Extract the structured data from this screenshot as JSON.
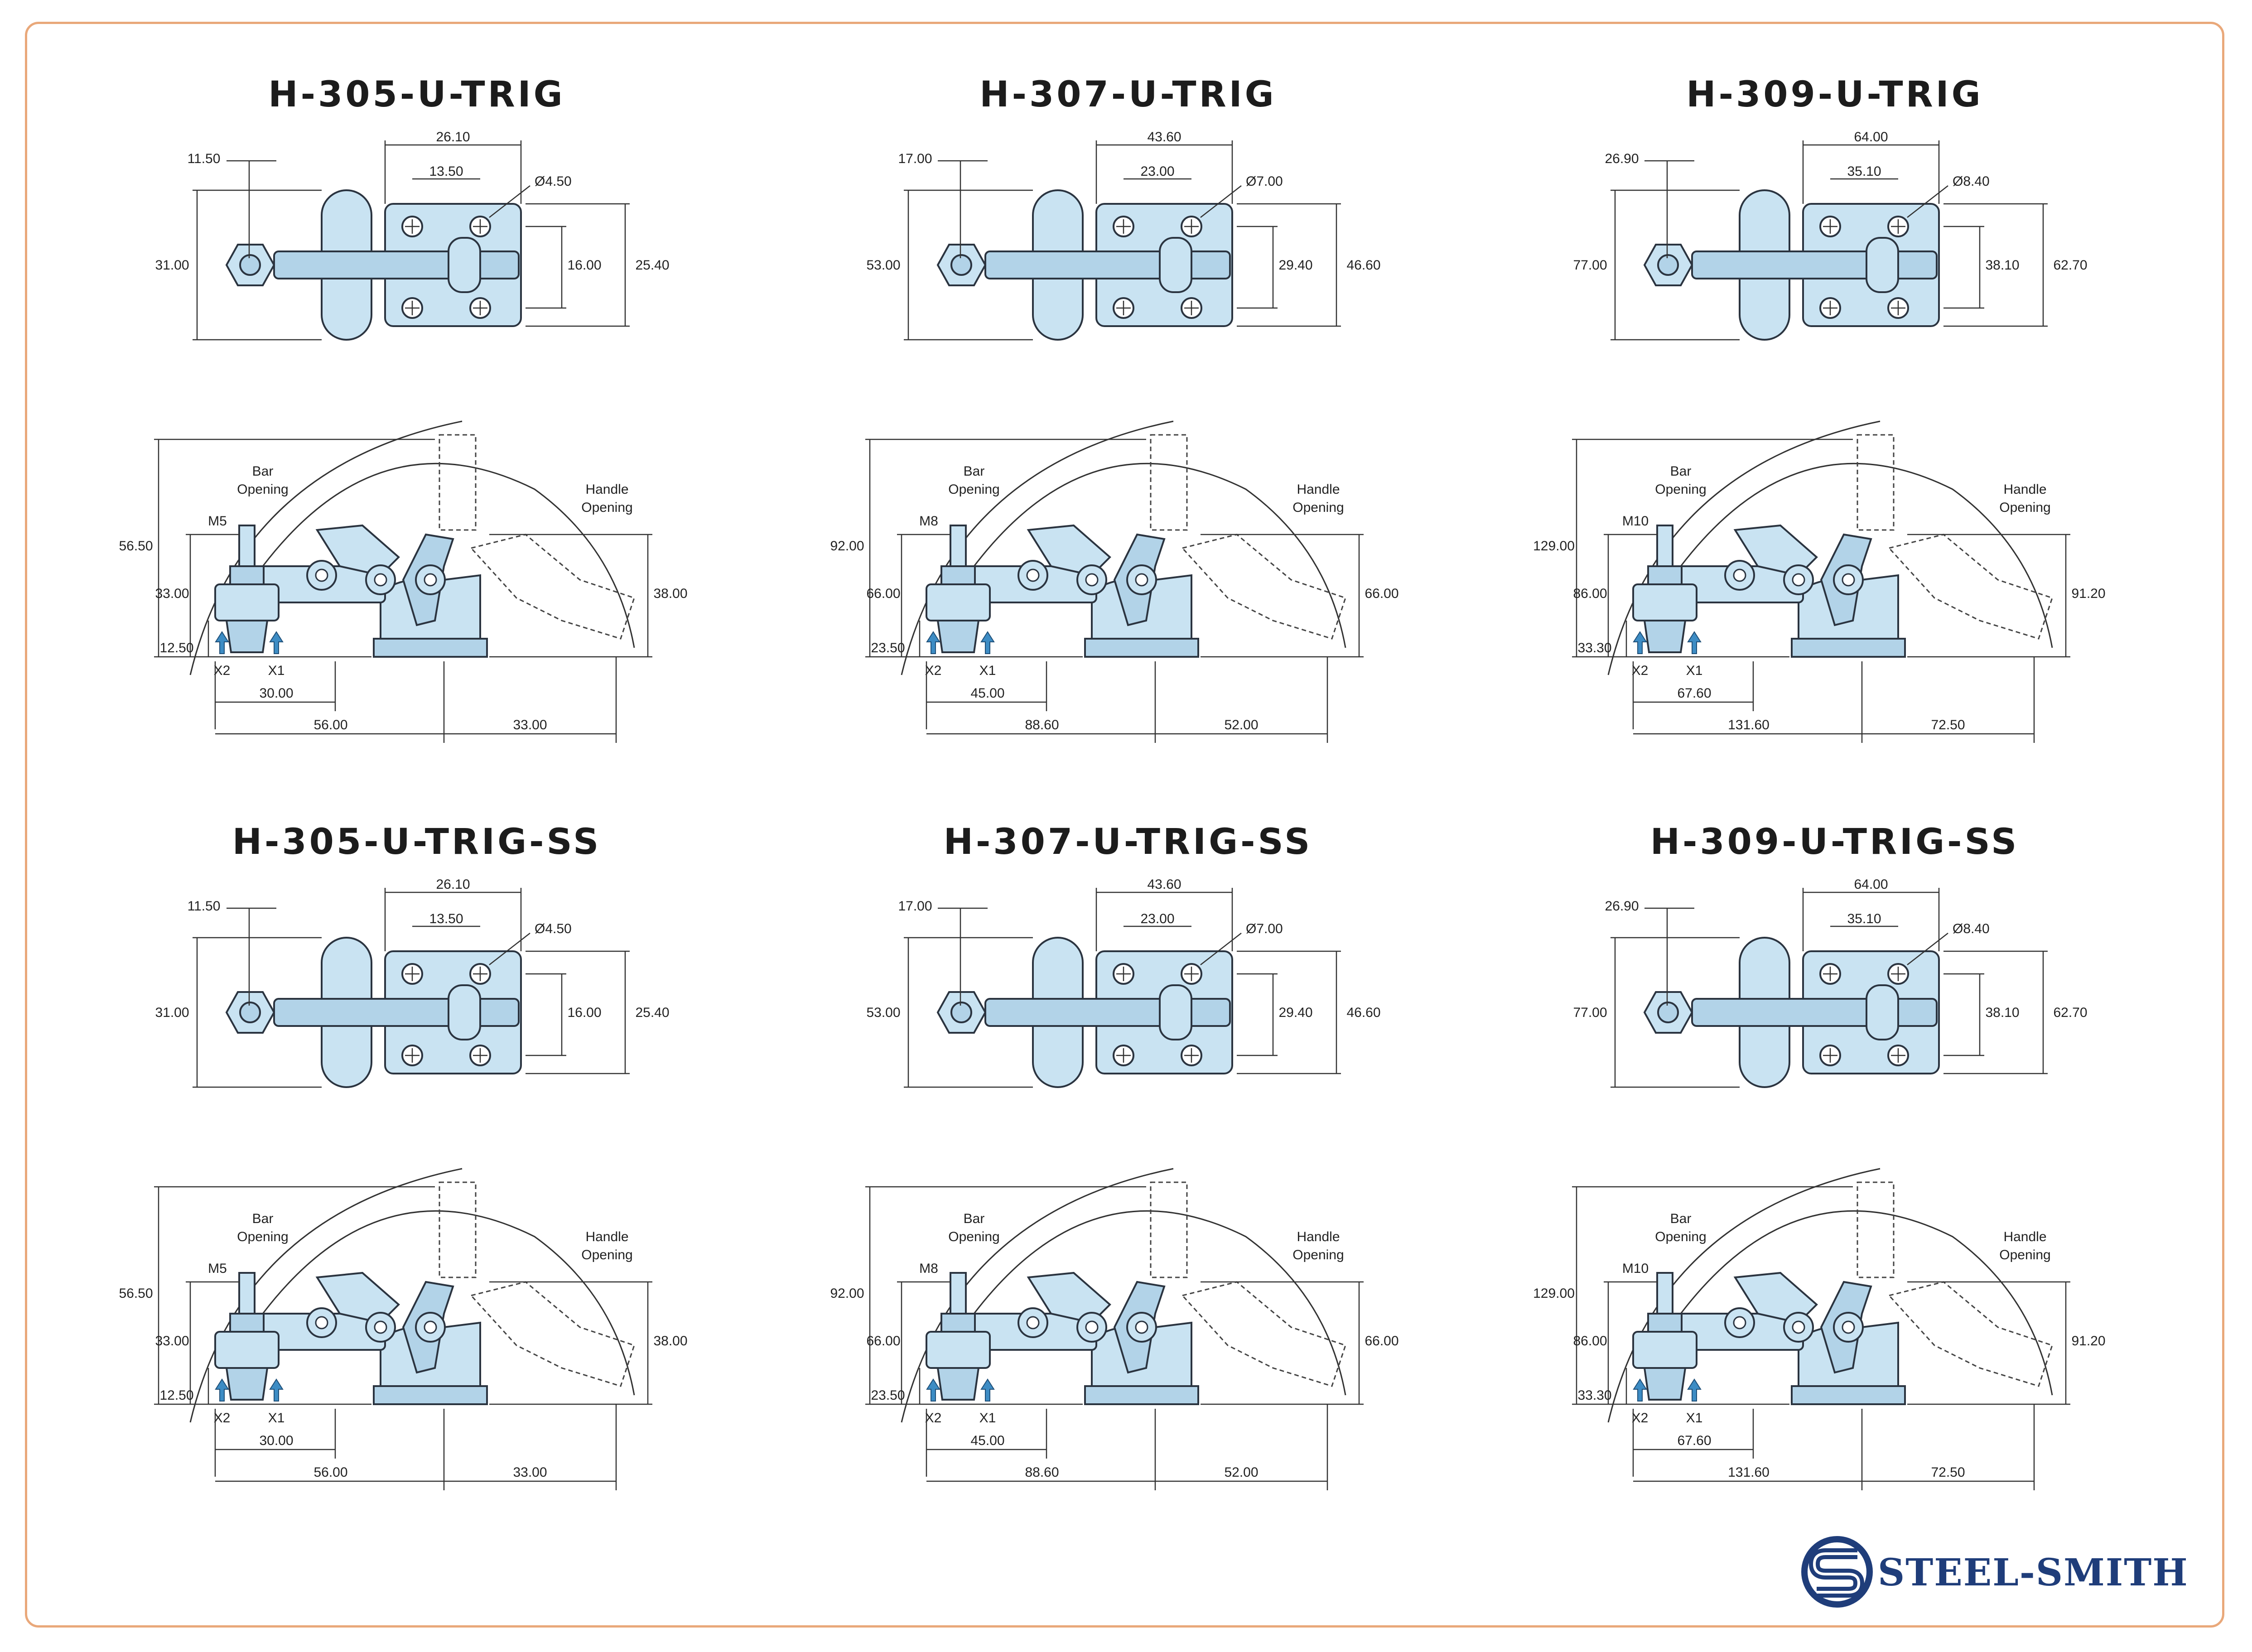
{
  "brand": {
    "name": "STEEL-SMITH",
    "accent_color": "#1f3d7a",
    "frame_color": "#e9a87a",
    "part_color": "#c9e3f2"
  },
  "common_labels": {
    "bar_opening": [
      "Bar",
      "Opening"
    ],
    "handle_opening": [
      "Handle",
      "Opening"
    ],
    "x1": "X1",
    "x2": "X2"
  },
  "models": [
    {
      "title": "H-305-U-TRIG",
      "thread": "M5",
      "top": {
        "d_left": "11.50",
        "d_width": "26.10",
        "d_holes": "13.50",
        "d_hole_dia": "Ø4.50",
        "d_height": "31.00",
        "d_inner": "16.00",
        "d_outer": "25.40"
      },
      "side": {
        "d_total_h": "56.50",
        "d_mid_h": "33.00",
        "d_low_h": "12.50",
        "d_right_h": "38.00",
        "d_base_a": "30.00",
        "d_base_b": "56.00",
        "d_base_c": "33.00"
      }
    },
    {
      "title": "H-307-U-TRIG",
      "thread": "M8",
      "top": {
        "d_left": "17.00",
        "d_width": "43.60",
        "d_holes": "23.00",
        "d_hole_dia": "Ø7.00",
        "d_height": "53.00",
        "d_inner": "29.40",
        "d_outer": "46.60"
      },
      "side": {
        "d_total_h": "92.00",
        "d_mid_h": "66.00",
        "d_low_h": "23.50",
        "d_right_h": "66.00",
        "d_base_a": "45.00",
        "d_base_b": "88.60",
        "d_base_c": "52.00"
      }
    },
    {
      "title": "H-309-U-TRIG",
      "thread": "M10",
      "top": {
        "d_left": "26.90",
        "d_width": "64.00",
        "d_holes": "35.10",
        "d_hole_dia": "Ø8.40",
        "d_height": "77.00",
        "d_inner": "38.10",
        "d_outer": "62.70"
      },
      "side": {
        "d_total_h": "129.00",
        "d_mid_h": "86.00",
        "d_low_h": "33.30",
        "d_right_h": "91.20",
        "d_base_a": "67.60",
        "d_base_b": "131.60",
        "d_base_c": "72.50"
      }
    },
    {
      "title": "H-305-U-TRIG-SS",
      "thread": "M5",
      "top": {
        "d_left": "11.50",
        "d_width": "26.10",
        "d_holes": "13.50",
        "d_hole_dia": "Ø4.50",
        "d_height": "31.00",
        "d_inner": "16.00",
        "d_outer": "25.40"
      },
      "side": {
        "d_total_h": "56.50",
        "d_mid_h": "33.00",
        "d_low_h": "12.50",
        "d_right_h": "38.00",
        "d_base_a": "30.00",
        "d_base_b": "56.00",
        "d_base_c": "33.00"
      }
    },
    {
      "title": "H-307-U-TRIG-SS",
      "thread": "M8",
      "top": {
        "d_left": "17.00",
        "d_width": "43.60",
        "d_holes": "23.00",
        "d_hole_dia": "Ø7.00",
        "d_height": "53.00",
        "d_inner": "29.40",
        "d_outer": "46.60"
      },
      "side": {
        "d_total_h": "92.00",
        "d_mid_h": "66.00",
        "d_low_h": "23.50",
        "d_right_h": "66.00",
        "d_base_a": "45.00",
        "d_base_b": "88.60",
        "d_base_c": "52.00"
      }
    },
    {
      "title": "H-309-U-TRIG-SS",
      "thread": "M10",
      "top": {
        "d_left": "26.90",
        "d_width": "64.00",
        "d_holes": "35.10",
        "d_hole_dia": "Ø8.40",
        "d_height": "77.00",
        "d_inner": "38.10",
        "d_outer": "62.70"
      },
      "side": {
        "d_total_h": "129.00",
        "d_mid_h": "86.00",
        "d_low_h": "33.30",
        "d_right_h": "91.20",
        "d_base_a": "67.60",
        "d_base_b": "131.60",
        "d_base_c": "72.50"
      }
    }
  ]
}
